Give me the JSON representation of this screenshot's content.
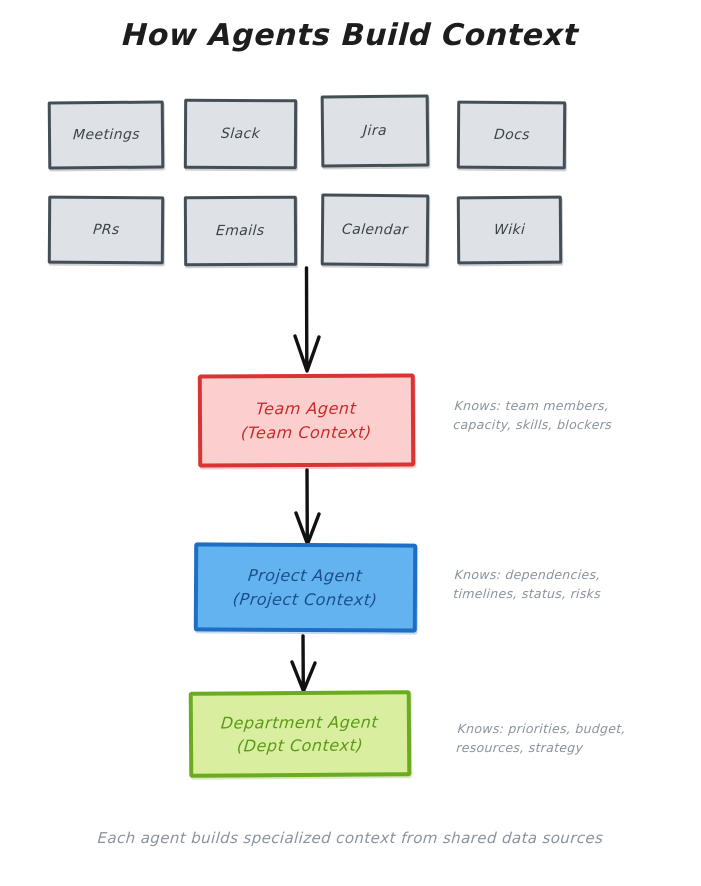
{
  "title": "How Agents Build Context",
  "footer": "Each agent builds specialized context from shared data sources",
  "colors": {
    "source_fill": "#dee2e6",
    "source_border": "#444e56",
    "source_text": "#3b444b",
    "team_fill": "#fccfcf",
    "team_border": "#d83434",
    "team_text": "#c92a2a",
    "project_fill": "#63b3f0",
    "project_border": "#1c6fc4",
    "project_text": "#1a4f8a",
    "dept_fill": "#d9ef9f",
    "dept_border": "#6aab1f",
    "dept_text": "#5a9a18",
    "annotation_text": "#8a939e",
    "arrow": "#111111",
    "title_text": "#1d1d1d"
  },
  "sources": {
    "row1": [
      {
        "label": "Meetings"
      },
      {
        "label": "Slack"
      },
      {
        "label": "Jira"
      },
      {
        "label": "Docs"
      }
    ],
    "row2": [
      {
        "label": "PRs"
      },
      {
        "label": "Emails"
      },
      {
        "label": "Calendar"
      },
      {
        "label": "Wiki"
      }
    ]
  },
  "agents": [
    {
      "id": "team",
      "line1": "Team Agent",
      "line2": "(Team Context)",
      "annotation_line1": "Knows: team members,",
      "annotation_line2": "capacity, skills, blockers"
    },
    {
      "id": "project",
      "line1": "Project Agent",
      "line2": "(Project Context)",
      "annotation_line1": "Knows: dependencies,",
      "annotation_line2": "timelines, status, risks"
    },
    {
      "id": "dept",
      "line1": "Department Agent",
      "line2": "(Dept Context)",
      "annotation_line1": "Knows: priorities, budget,",
      "annotation_line2": "resources, strategy"
    }
  ]
}
